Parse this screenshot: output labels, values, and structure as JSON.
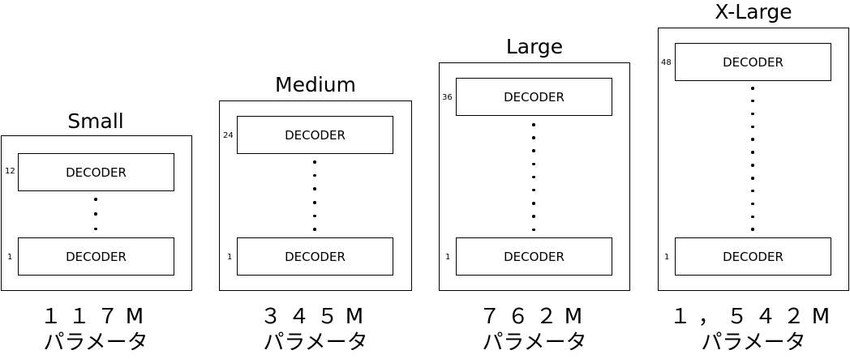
{
  "models": [
    {
      "name": "Small",
      "top_layer": "12",
      "bottom_layer": "1",
      "decoder_label": "DECODER",
      "params": "１１７M",
      "params_unit": "パラメータ"
    },
    {
      "name": "Medium",
      "top_layer": "24",
      "bottom_layer": "1",
      "decoder_label": "DECODER",
      "params": "３４５M",
      "params_unit": "パラメータ"
    },
    {
      "name": "Large",
      "top_layer": "36",
      "bottom_layer": "1",
      "decoder_label": "DECODER",
      "params": "７６２M",
      "params_unit": "パラメータ"
    },
    {
      "name": "X-Large",
      "top_layer": "48",
      "bottom_layer": "1",
      "decoder_label": "DECODER",
      "params": "１，５４２M",
      "params_unit": "パラメータ"
    }
  ]
}
